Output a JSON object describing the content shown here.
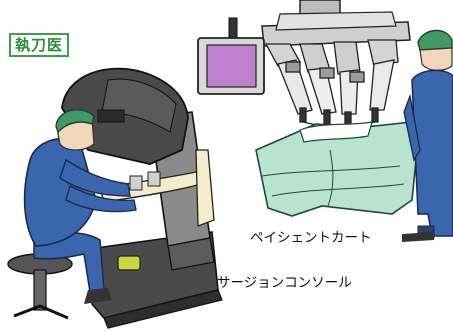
{
  "labels": {
    "operator": "執刀医",
    "patient_cart": "ペイシェントカート",
    "surgeon_console": "サージョンコンソール"
  },
  "colors": {
    "tag_green": "#3aa04a",
    "scrubs_blue": "#3a66ad",
    "cap_green": "#3f9a66",
    "drape_green": "#b7e3cf",
    "screen_purple": "#c080cc",
    "console_dark": "#4a4a4a",
    "console_gray": "#8a8a8a",
    "armrest_cream": "#f4eccb",
    "accent_yellow": "#c8d640"
  }
}
